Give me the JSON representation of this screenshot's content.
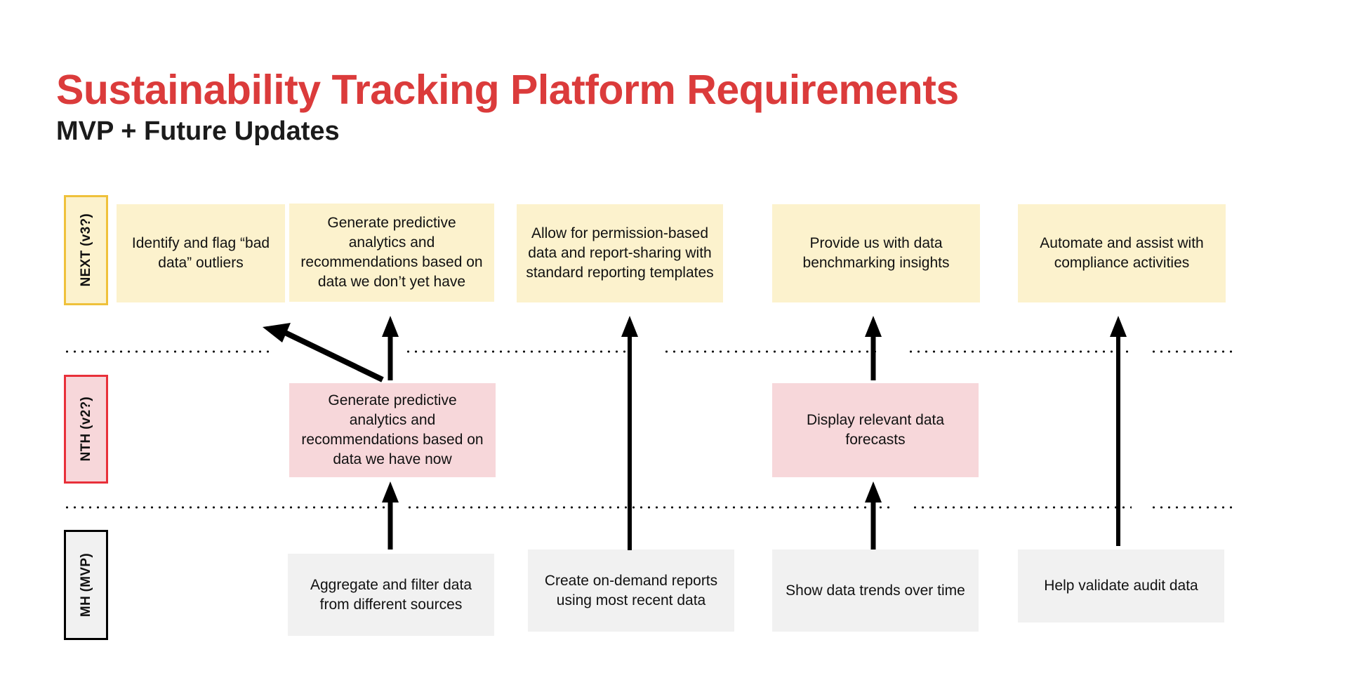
{
  "header": {
    "title": "Sustainability Tracking Platform Requirements",
    "subtitle": "MVP + Future Updates"
  },
  "colors": {
    "title_red": "#DB3B3B",
    "next_fill": "#FCF2CD",
    "next_border": "#EFC13B",
    "nth_fill": "#F7D7DA",
    "nth_border": "#E8303A",
    "mvp_fill": "#F1F1F1",
    "mvp_border": "#000000",
    "arrow": "#000000",
    "divider": "#111111"
  },
  "lanes": [
    {
      "id": "next",
      "label": "NEXT (v3?)"
    },
    {
      "id": "nth",
      "label": "NTH (v2?)"
    },
    {
      "id": "mvp",
      "label": "MH (MVP)"
    }
  ],
  "rows": {
    "next": {
      "cards": [
        {
          "text": "Identify and flag “bad data” outliers"
        },
        {
          "text": "Generate predictive analytics and recommendations based on data we don’t yet have"
        },
        {
          "text": "Allow for permission-based data and report-sharing with standard reporting templates"
        },
        {
          "text": "Provide us with data benchmarking insights"
        },
        {
          "text": "Automate and assist with compliance activities"
        }
      ]
    },
    "nth": {
      "cards": [
        {
          "text": "Generate predictive analytics and recommendations based on data we have now"
        },
        {
          "text": "Display relevant data forecasts"
        }
      ]
    },
    "mvp": {
      "cards": [
        {
          "text": "Aggregate and filter data from different sources"
        },
        {
          "text": "Create on-demand reports using most recent data"
        },
        {
          "text": "Show data trends over time"
        },
        {
          "text": "Help validate audit data"
        }
      ]
    }
  },
  "arrows": [
    {
      "id": "nth-to-next-col2",
      "kind": "vertical-up"
    },
    {
      "id": "mvp-to-nth-col2",
      "kind": "vertical-up"
    },
    {
      "id": "nth-to-next-col1-diagonal",
      "kind": "diagonal-up-left"
    },
    {
      "id": "mvp-to-next-col3",
      "kind": "vertical-up-long"
    },
    {
      "id": "nth-to-next-col4",
      "kind": "vertical-up"
    },
    {
      "id": "mvp-to-nth-col4",
      "kind": "vertical-up"
    },
    {
      "id": "mvp-to-next-col5",
      "kind": "vertical-up-long"
    }
  ]
}
